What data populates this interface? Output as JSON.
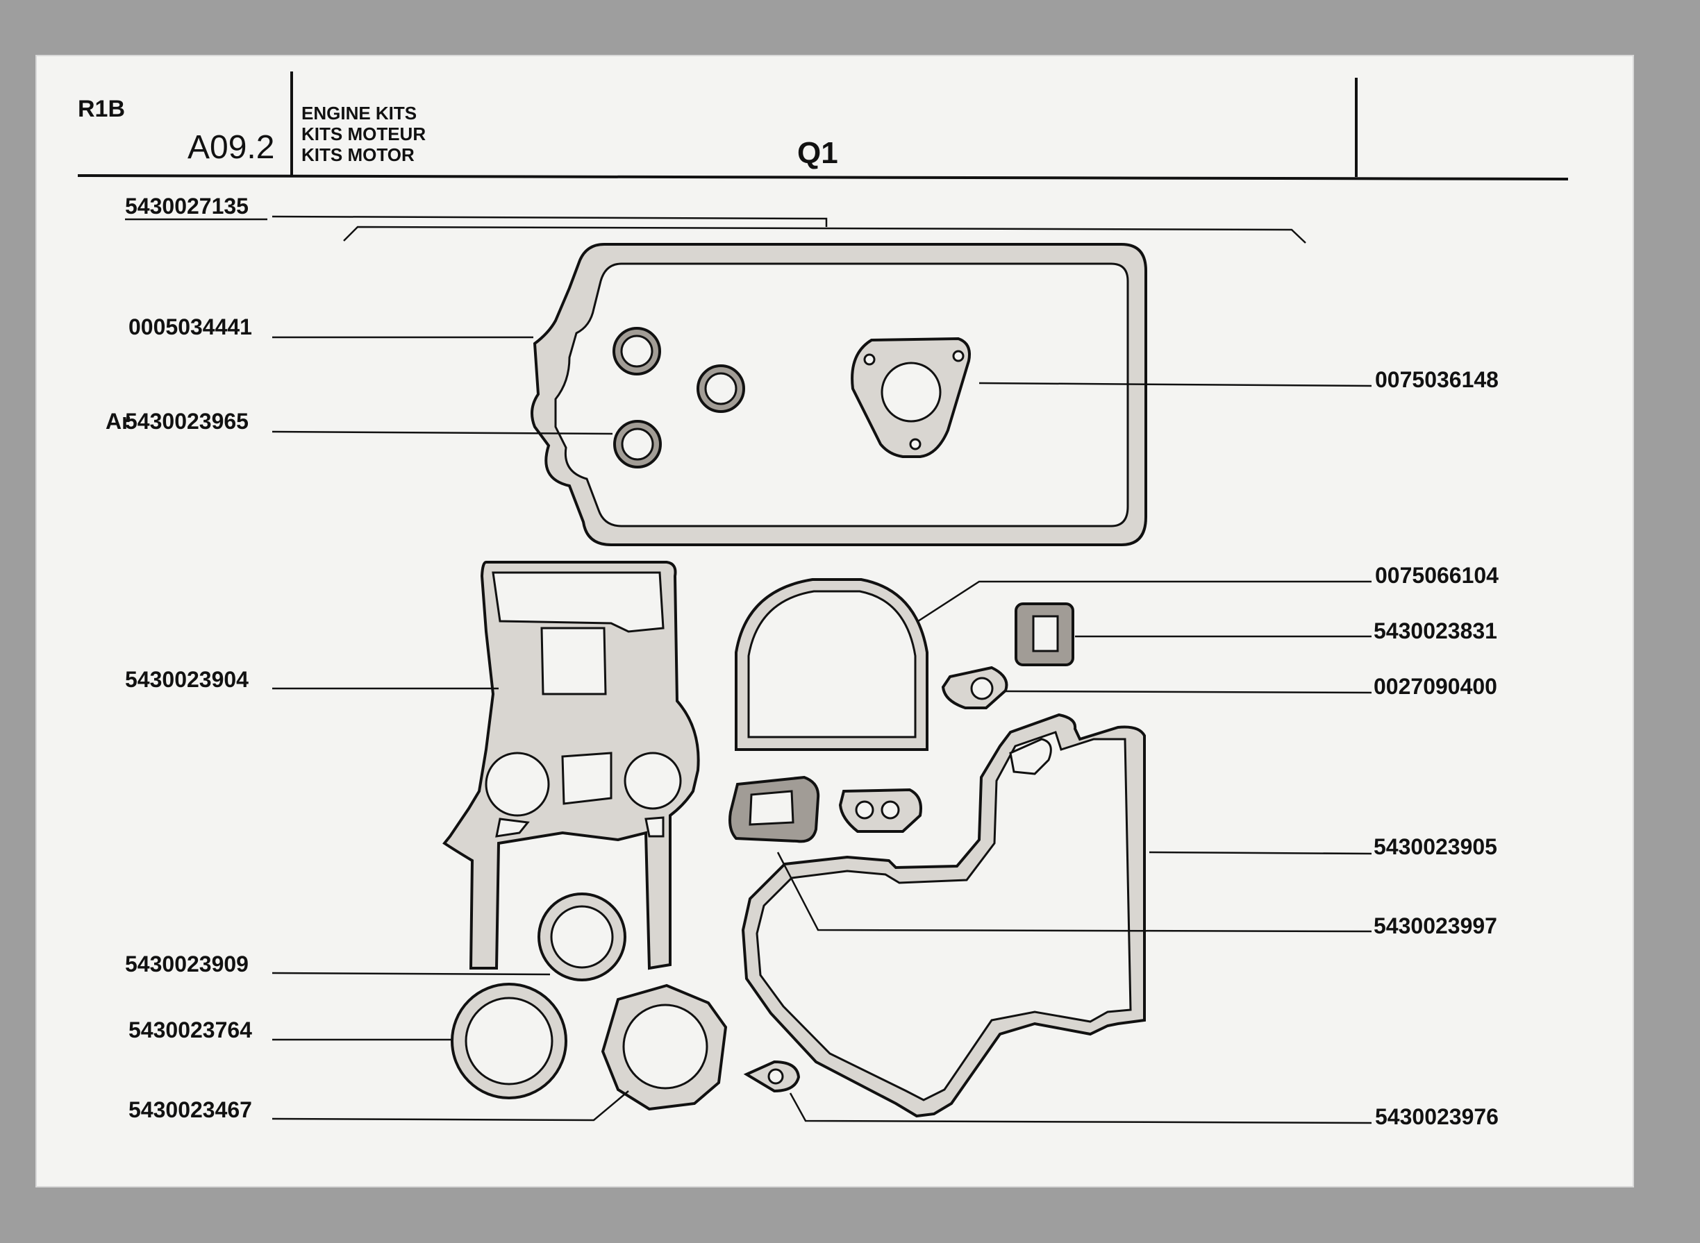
{
  "header": {
    "model": "R1B",
    "section": "A09.2",
    "titles": [
      "ENGINE KITS",
      "KITS MOTEUR",
      "KITS MOTOR"
    ],
    "group": "Q1"
  },
  "parts": {
    "kit": "5430027135",
    "p0005034441": "0005034441",
    "prefix_ar": "Ar",
    "p5430023965": "5430023965",
    "p0075036148": "0075036148",
    "p0075066104": "0075066104",
    "p5430023831": "5430023831",
    "p0027090400": "0027090400",
    "p5430023904": "5430023904",
    "p5430023905": "5430023905",
    "p5430023997": "5430023997",
    "p5430023909": "5430023909",
    "p5430023764": "5430023764",
    "p5430023467": "5430023467",
    "p5430023976": "5430023976"
  }
}
